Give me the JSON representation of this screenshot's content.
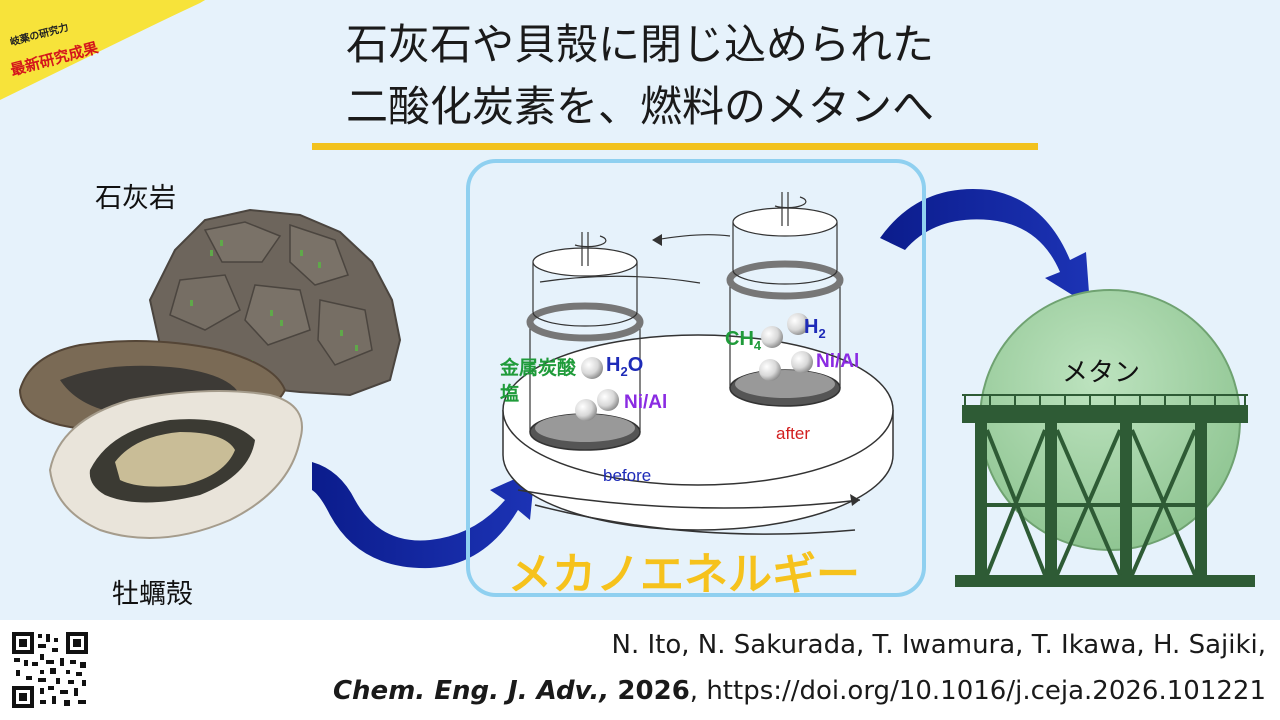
{
  "banner": {
    "line1": "岐薬の研究力",
    "line2": "最新研究成果",
    "color": "#f7e33a"
  },
  "title": {
    "line1": "石灰石や貝殻に閉じ込められた",
    "line2": "二酸化炭素を、燃料のメタンへ",
    "underline_color": "#f2c21e"
  },
  "sources": {
    "rock": "石灰岩",
    "oyster": "牡蠣殻"
  },
  "reactor": {
    "carbonate": "金属炭酸塩",
    "h2o": "H",
    "h2o_sub": "2",
    "h2o_tail": "O",
    "nial": "Ni/Al",
    "ch4": "CH",
    "ch4_sub": "4",
    "h2": "H",
    "h2_sub": "2",
    "before": "before",
    "after": "after",
    "energy": "メカノエネルギー",
    "frame_color": "#8fd0f0"
  },
  "product": {
    "label": "メタン",
    "tank_color": "#9ccf9e"
  },
  "citation": {
    "authors": "N. Ito, N. Sakurada, T. Iwamura, T. Ikawa, H. Sajiki,",
    "journal": "Chem. Eng. J. Adv.,",
    "year": "2026",
    "doi": ", https://doi.org/10.1016/j.ceja.2026.101221"
  },
  "icons": [
    "qr-code-icon",
    "limestone-rock-icon",
    "oyster-shell-icon",
    "gas-tank-icon",
    "arrow-icon"
  ]
}
